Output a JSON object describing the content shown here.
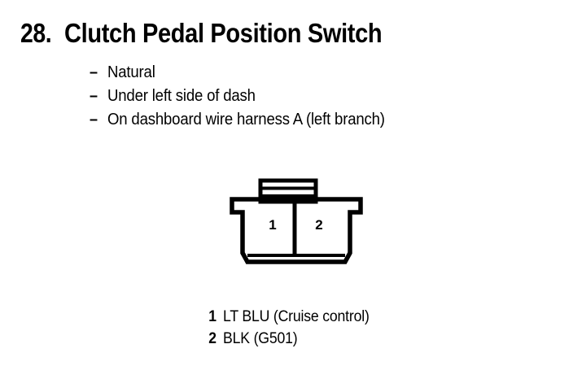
{
  "page": {
    "item_number": "28.",
    "title": "Clutch Pedal Position Switch",
    "background_color": "#ffffff",
    "ink_color": "#000000"
  },
  "description": {
    "bullet_marker": "–",
    "lines": [
      {
        "text": "Natural"
      },
      {
        "text": "Under left side of dash"
      },
      {
        "text": "On dashboard wire harness A (left branch)"
      }
    ]
  },
  "connector": {
    "type": "2-cavity connector face view",
    "cavity_labels": [
      "1",
      "2"
    ],
    "tab_slots": 2
  },
  "legend": {
    "rows": [
      {
        "pin": "1",
        "wire": "LT BLU (Cruise control)"
      },
      {
        "pin": "2",
        "wire": "BLK (G501)"
      }
    ]
  }
}
